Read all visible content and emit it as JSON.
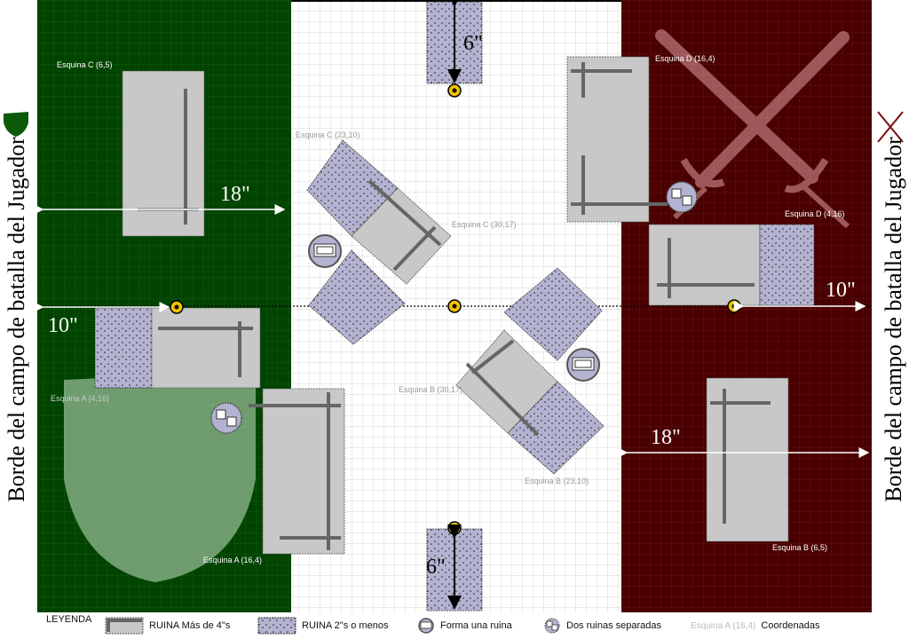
{
  "colors": {
    "left_zone": "#004400",
    "right_zone": "#4a0000",
    "ruin_fill": "#c8c8c8",
    "rubble_fill": "#b3b3d1",
    "wall": "#666666",
    "objective": "#f2c200",
    "arrow": "#ffffff"
  },
  "side_titles": {
    "left": "Borde del campo de batalla del Jugador",
    "right": "Borde del campo de batalla del Jugador"
  },
  "corner_labels": {
    "c_left": "Esquina C (6,5)",
    "a_left": "Esquina A (4,16)",
    "a_bottom": "Esquina A (16,4)",
    "c_mid_top": "Esquina C (23,10)",
    "c_mid": "Esquina C (30,17)",
    "b_mid": "Esquina B (30,17)",
    "b_mid_low": "Esquina B (23,10)",
    "d_top": "Esquina D (16,4)",
    "d_right": "Esquina D (4,16)",
    "b_right": "Esquina B (6,5)"
  },
  "measurements": {
    "left_18": "18\"",
    "left_10": "10\"",
    "top_6": "6\"",
    "bottom_6": "6\"",
    "right_10": "10\"",
    "right_18": "18\""
  },
  "legend": {
    "title": "LEYENDA",
    "ruin_big": "RUINA Más de 4\"s",
    "ruin_small": "RUINA 2\"s o menos",
    "one_ruin": "Forma una ruina",
    "two_ruins": "Dos ruinas separadas",
    "coord_sample": "Esquina A (16,4)",
    "coords": "Coordenadas"
  }
}
